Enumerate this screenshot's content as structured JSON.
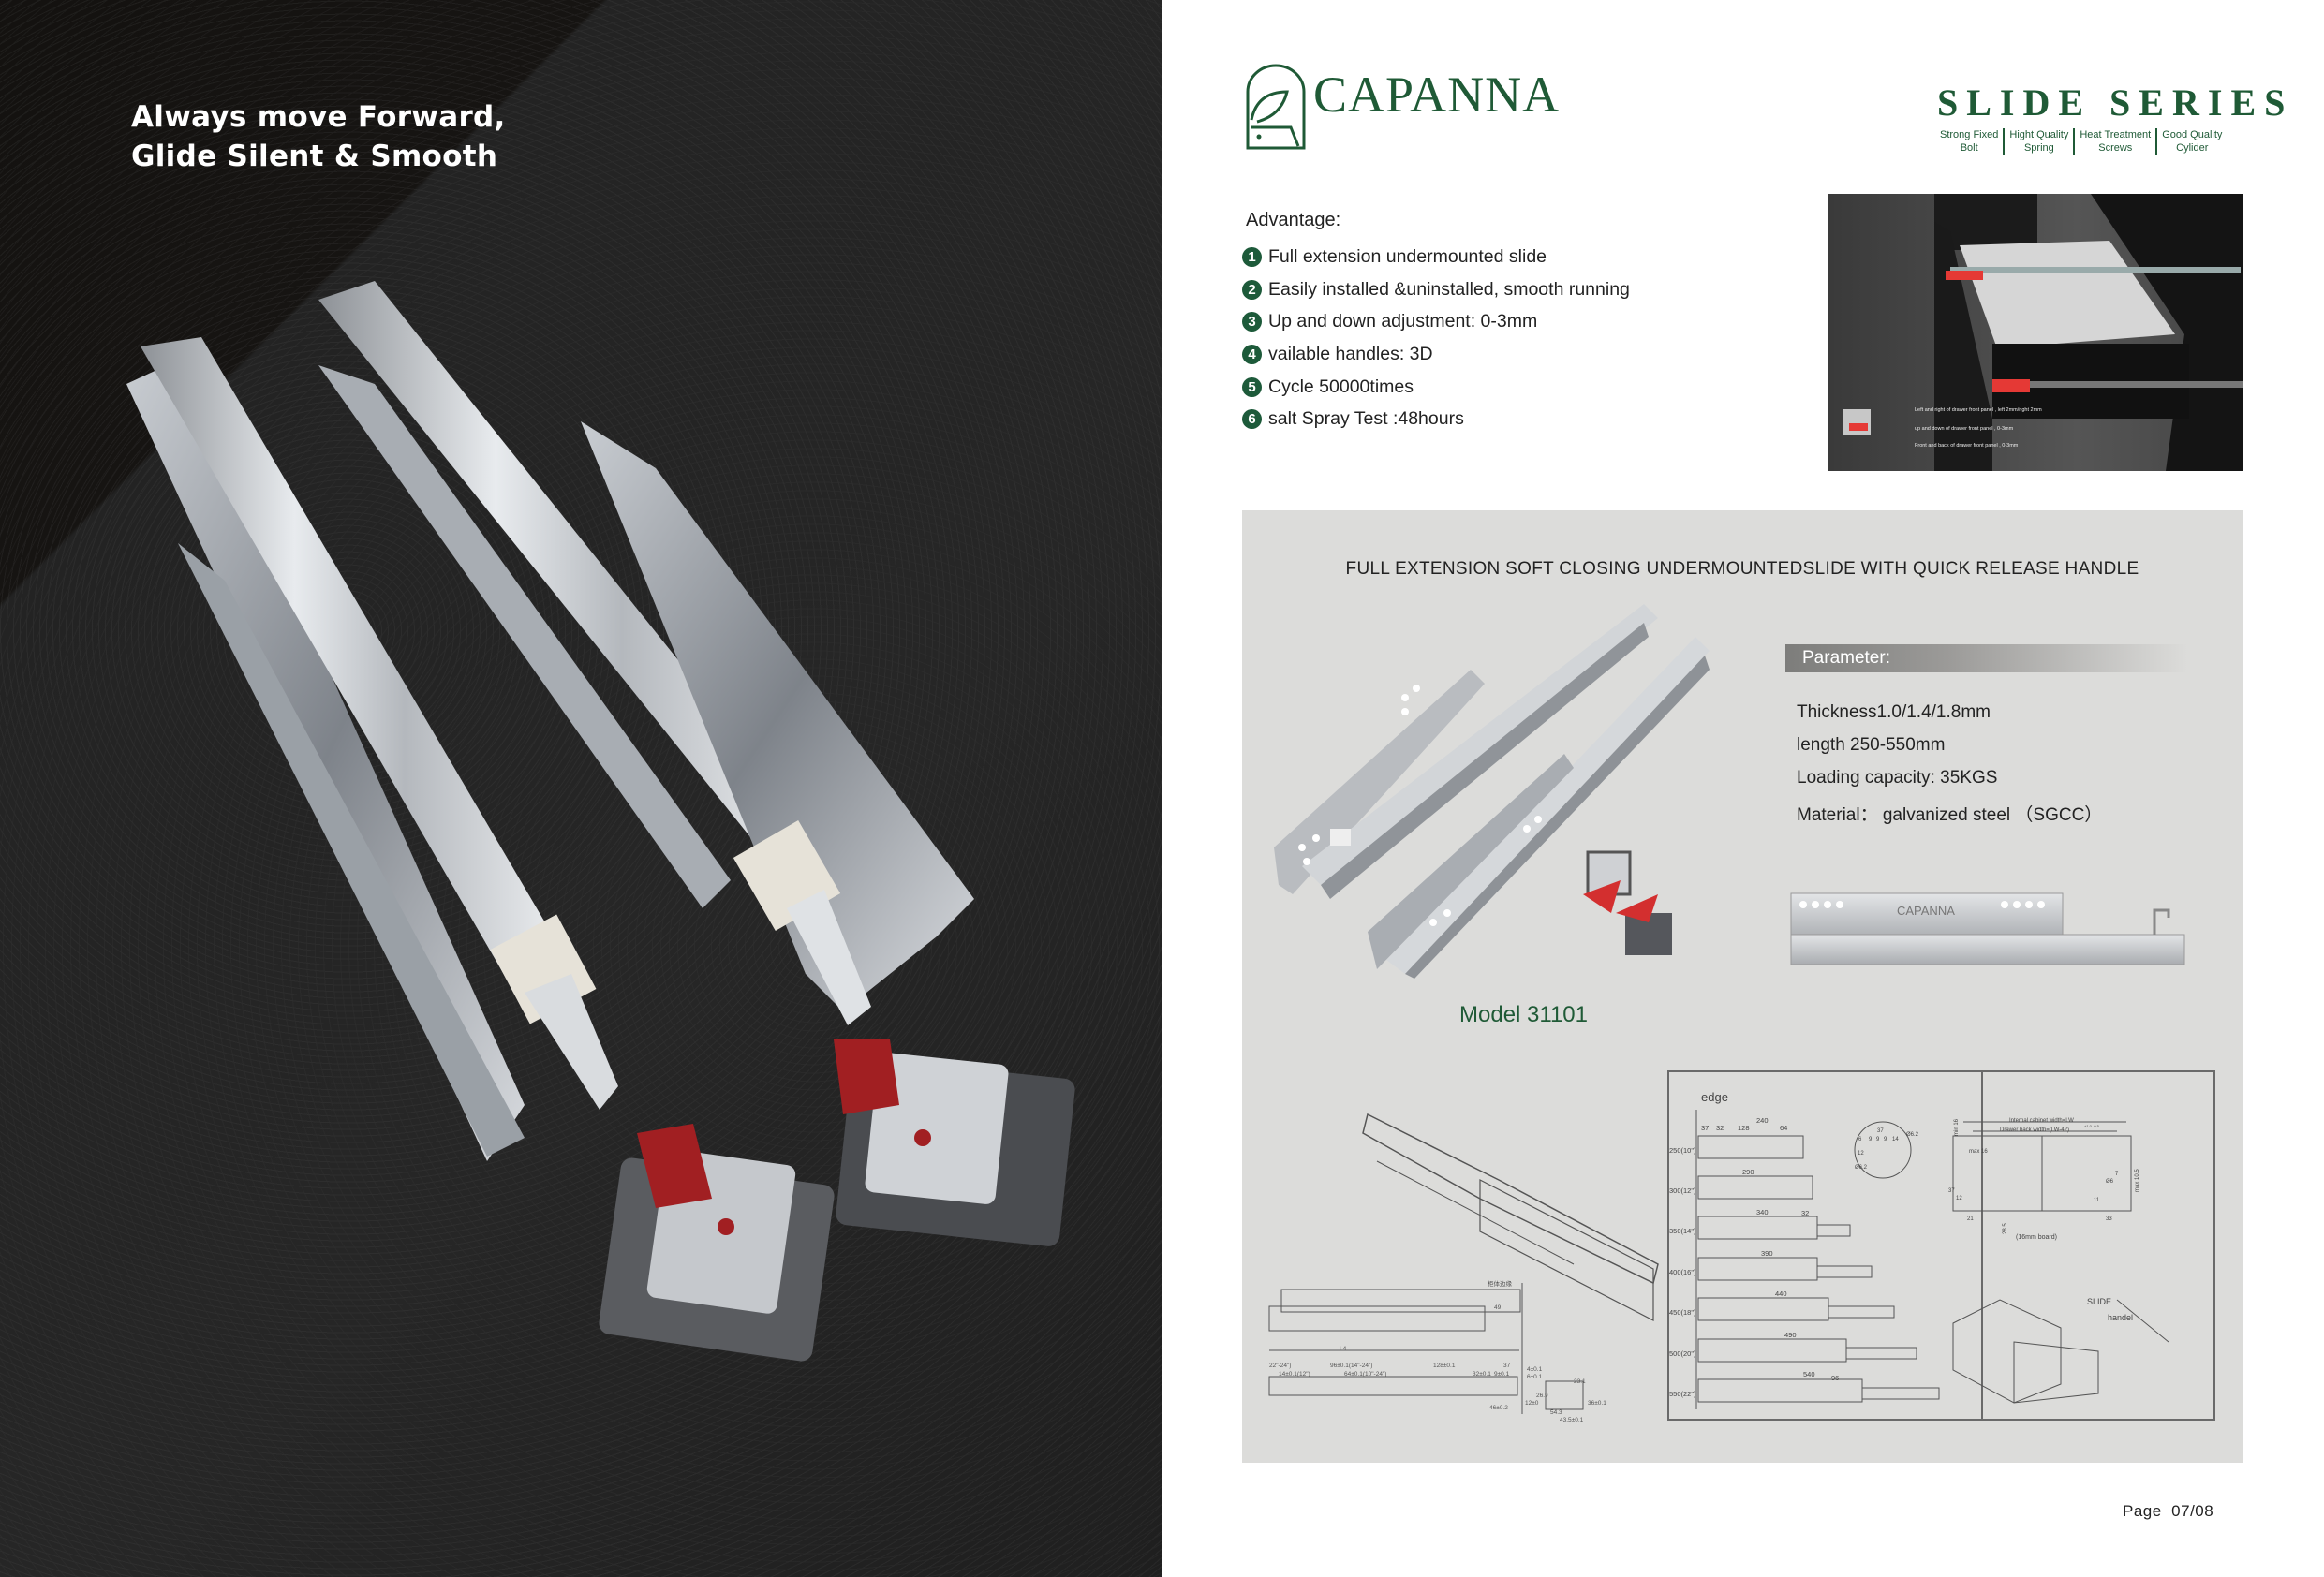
{
  "left": {
    "headline_line1": "Always move Forward,",
    "headline_line2": "Glide Silent & Smooth"
  },
  "brand": {
    "name": "CAPANNA",
    "series_title": "SLIDE SERIES",
    "features": [
      {
        "line1": "Strong Fixed",
        "line2": "Bolt"
      },
      {
        "line1": "Hight Quality",
        "line2": "Spring"
      },
      {
        "line1": "Heat Treatment",
        "line2": "Screws"
      },
      {
        "line1": "Good Quality",
        "line2": "Cylider"
      }
    ],
    "color": "#1f5a36"
  },
  "advantage": {
    "title": "Advantage:",
    "items": [
      {
        "num": "1",
        "text": "Full extension undermounted slide"
      },
      {
        "num": "2",
        "text": "Easily installed &uninstalled, smooth running"
      },
      {
        "num": "3",
        "text": "Up and down adjustment: 0-3mm"
      },
      {
        "num": "4",
        "text": "vailable handles: 3D"
      },
      {
        "num": "5",
        "text": "Cycle 50000times"
      },
      {
        "num": "6",
        "text": "salt Spray Test :48hours"
      }
    ]
  },
  "photo": {
    "callouts": [
      "Left and right of drawer front panel , left 2mm/right 2mm",
      "up and down of drawer front panel , 0-3mm",
      "Front and back of drawer front panel , 0-3mm"
    ]
  },
  "product": {
    "title": "FULL EXTENSION SOFT CLOSING UNDERMOUNTEDSLIDE WITH QUICK RELEASE HANDLE",
    "parameter_label": "Parameter:",
    "parameters": [
      "Thickness1.0/1.4/1.8mm",
      "length 250-550mm",
      "Loading capacity: 35KGS",
      "Material：  galvanized steel （SGCC）"
    ],
    "model": "Model 31101",
    "slide_brand": "CAPANNA"
  },
  "drawing_left": {
    "cabinet_edge": "柜体边缘",
    "dims": [
      "49",
      "L4",
      "22\"-24\")",
      "96±0.1(14\"-24\")",
      "128±0.1",
      "37",
      "14±0.1(12\")",
      "64±0.1(10\"-24\")",
      "32±0.1",
      "9±0.1",
      "4±0.1",
      "6±0.1",
      "46±0.2",
      "12±0",
      "26.9",
      "23.1",
      "36±0.1",
      "43.5±0.1",
      "54.3"
    ]
  },
  "drawing_sizes": {
    "edge": "edge",
    "rows": [
      {
        "size": "250(10\")",
        "length": "240"
      },
      {
        "size": "300(12\")",
        "length": "290"
      },
      {
        "size": "350(14\")",
        "length": "340"
      },
      {
        "size": "400(16\")",
        "length": "390"
      },
      {
        "size": "450(18\")",
        "length": "440"
      },
      {
        "size": "500(20\")",
        "length": "490"
      },
      {
        "size": "550(22\")",
        "length": "540"
      }
    ],
    "top_dims": [
      "37",
      "32",
      "128",
      "64"
    ],
    "extra_dims": [
      "32",
      "96"
    ],
    "detail_dims": [
      "37",
      "6",
      "9",
      "9",
      "9",
      "14",
      "Ø6.2",
      "12",
      "Ø6.2"
    ]
  },
  "drawing_install": {
    "internal_width": "Internal cabinet width=LW",
    "back_width": "Drawer back width=(LW-42)",
    "tolerance": "+1.0 -0.5",
    "min16": "min 16",
    "max16": "max 16",
    "max105": "max 10.5",
    "d37": "37",
    "d12": "12",
    "d21": "21",
    "d285": "28.5",
    "d33": "33",
    "d7": "7",
    "d6": "Ø6",
    "d11": "11",
    "board": "(16mm board)",
    "slide_label": "SLIDE",
    "handle_label": "handel"
  },
  "footer": {
    "page_label": "Page",
    "page_value": "07/08"
  }
}
